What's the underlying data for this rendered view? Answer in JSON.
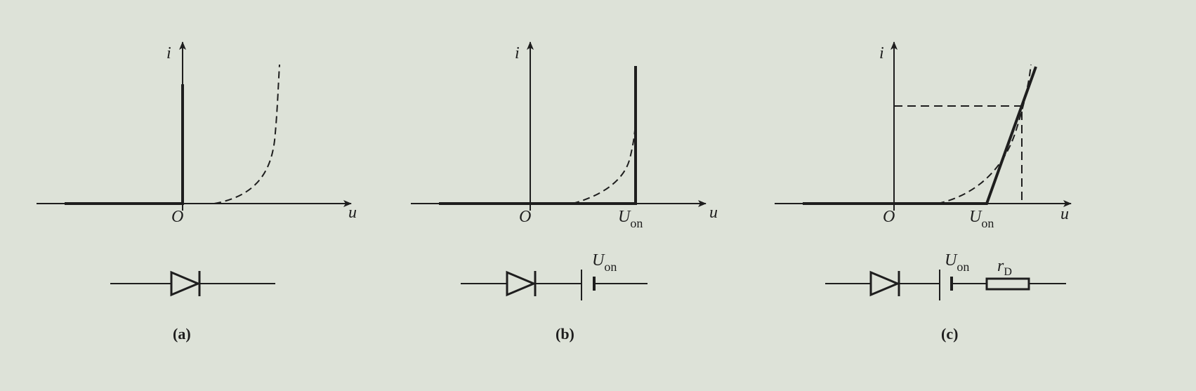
{
  "panels": [
    {
      "id": "a",
      "axis_i": "i",
      "axis_u": "u",
      "origin": "O",
      "caption": "(a)"
    },
    {
      "id": "b",
      "axis_i": "i",
      "axis_u": "u",
      "origin": "O",
      "threshold_main": "U",
      "threshold_sub": "on",
      "source_main": "U",
      "source_sub": "on",
      "caption": "(b)"
    },
    {
      "id": "c",
      "axis_i": "i",
      "axis_u": "u",
      "origin": "O",
      "threshold_main": "U",
      "threshold_sub": "on",
      "source_main": "U",
      "source_sub": "on",
      "resistor_main": "r",
      "resistor_sub": "D",
      "caption": "(c)"
    }
  ],
  "colors": {
    "background": "#dde2d8",
    "ink": "#1e1e1e"
  }
}
